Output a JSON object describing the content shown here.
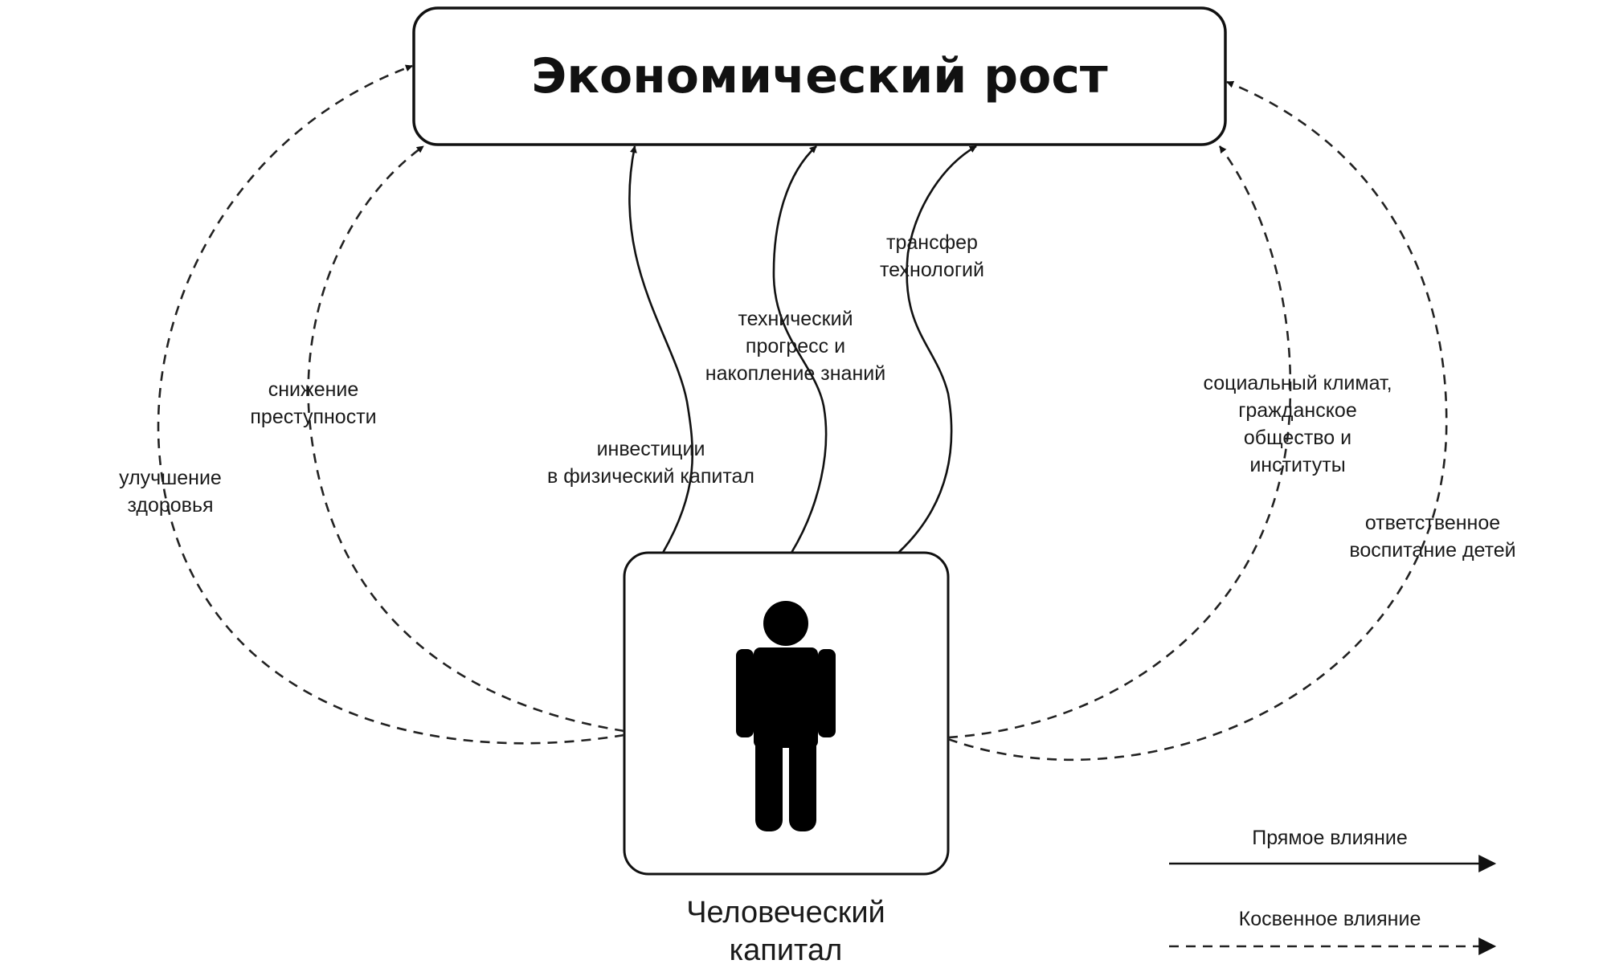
{
  "nodes": {
    "growth": {
      "label": "Экономический рост"
    },
    "human_capital": {
      "label_line1": "Человеческий",
      "label_line2": "капитал"
    }
  },
  "direct_links": [
    {
      "id": "investment",
      "lines": [
        "инвестиции",
        "в физический капитал"
      ]
    },
    {
      "id": "tech_progress",
      "lines": [
        "технический",
        "прогресс и",
        "накопление знаний"
      ]
    },
    {
      "id": "tech_transfer",
      "lines": [
        "трансфер",
        "технологий"
      ]
    }
  ],
  "indirect_links": [
    {
      "id": "health",
      "lines": [
        "улучшение",
        "здоровья"
      ]
    },
    {
      "id": "crime",
      "lines": [
        "снижение",
        "преступности"
      ]
    },
    {
      "id": "social",
      "lines": [
        "социальный климат,",
        "гражданское",
        "общество и",
        "институты"
      ]
    },
    {
      "id": "parenting",
      "lines": [
        "ответственное",
        "воспитание детей"
      ]
    }
  ],
  "legend": {
    "direct": "Прямое влияние",
    "indirect": "Косвенное влияние"
  }
}
